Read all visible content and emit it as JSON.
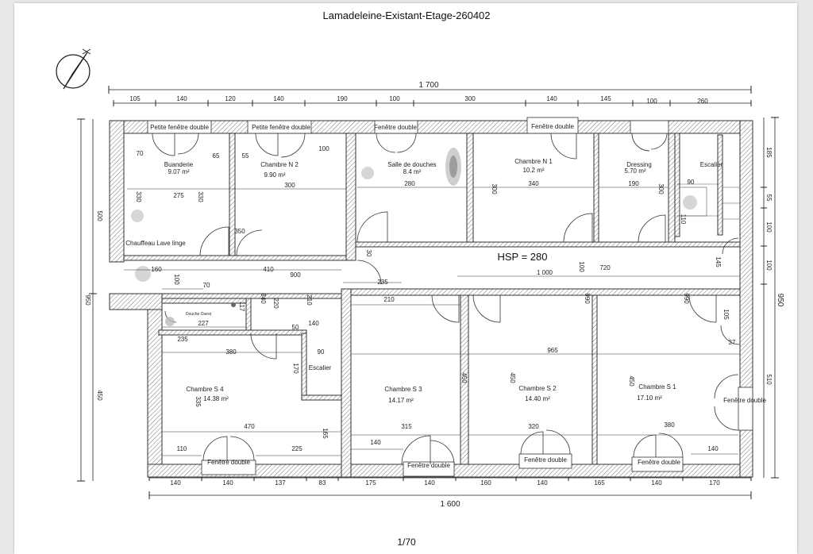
{
  "title": "Lamadeleine-Existant-Etage-260402",
  "scale": "1/70",
  "hsp": "HSP = 280",
  "dims": {
    "top_total": "1 700",
    "top": [
      "105",
      "140",
      "120",
      "140",
      "190",
      "100",
      "300",
      "140",
      "145",
      "100",
      "260"
    ],
    "bottom_total": "1 600",
    "bottom": [
      "140",
      "140",
      "137",
      "83",
      "175",
      "140",
      "160",
      "140",
      "165",
      "140",
      "170"
    ],
    "left_outer": "950",
    "left_a": "500",
    "left_b": "450",
    "right_outer": "950",
    "right_a": "185",
    "right_b": "55",
    "right_c": "100",
    "right_d": "100",
    "right_e": "510"
  },
  "rooms": [
    {
      "name": "Buanderie",
      "area": "9.07 m²"
    },
    {
      "name": "Chambre N 2",
      "area": "9.90 m²"
    },
    {
      "name": "Salle de douches",
      "area": "8.4 m²"
    },
    {
      "name": "Chambre N 1",
      "area": "10.2 m²"
    },
    {
      "name": "Dressing",
      "area": "5.70 m²"
    },
    {
      "name": "Escalier",
      "area": ""
    },
    {
      "name": "Douche Ouest",
      "area": ""
    },
    {
      "name": "Escalier",
      "area": ""
    },
    {
      "name": "Chambre S 4",
      "area": "14.38 m²"
    },
    {
      "name": "Chambre S 3",
      "area": "14.17 m²"
    },
    {
      "name": "Chambre S 2",
      "area": "14.40 m²"
    },
    {
      "name": "Chambre S 1",
      "area": "17.10 m²"
    }
  ],
  "labels": {
    "petite1": "Petite fenêtre double",
    "petite2": "Petite fenêtre double",
    "fen_douche": "Fenêtre double",
    "fen_n1": "Fenêtre double",
    "fen_s4": "Fenêtre double",
    "fen_s3": "Fenêtre double",
    "fen_s2": "Fenêtre double",
    "fen_s1b": "Fenêtre double",
    "fen_s1r": "Fenêtre double",
    "chauffeau": "Chauffeau Lave linge"
  },
  "inner": {
    "d70": "70",
    "d65": "65",
    "d55": "55",
    "d100a": "100",
    "d275": "275",
    "d330a": "330",
    "d330b": "330",
    "d300a": "300",
    "d280": "280",
    "d300b": "300",
    "d340": "340",
    "d190": "190",
    "d300c": "300",
    "d350": "350",
    "d30": "30",
    "d160": "160",
    "d100b": "100",
    "d70b": "70",
    "d410": "410",
    "d900": "900",
    "d235a": "235",
    "d1000": "1 000",
    "d720": "720",
    "d100c": "100",
    "d145": "145",
    "d840": "840",
    "d220": "220",
    "d210a": "210",
    "d210b": "210",
    "d227": "227",
    "d50": "50",
    "d140a": "140",
    "d235b": "235",
    "d380a": "380",
    "d90": "90",
    "d170": "170",
    "d965": "965",
    "d990a": "990",
    "d990b": "990",
    "d335": "335",
    "d450a": "450",
    "d450b": "450",
    "d450c": "450",
    "d470": "470",
    "d315": "315",
    "d320": "320",
    "d380b": "380",
    "d110": "110",
    "d225": "225",
    "d165": "165",
    "d140b": "140",
    "d140c": "140",
    "d37": "37",
    "d105": "105",
    "d90b": "90",
    "d110b": "110",
    "d117": "117"
  }
}
